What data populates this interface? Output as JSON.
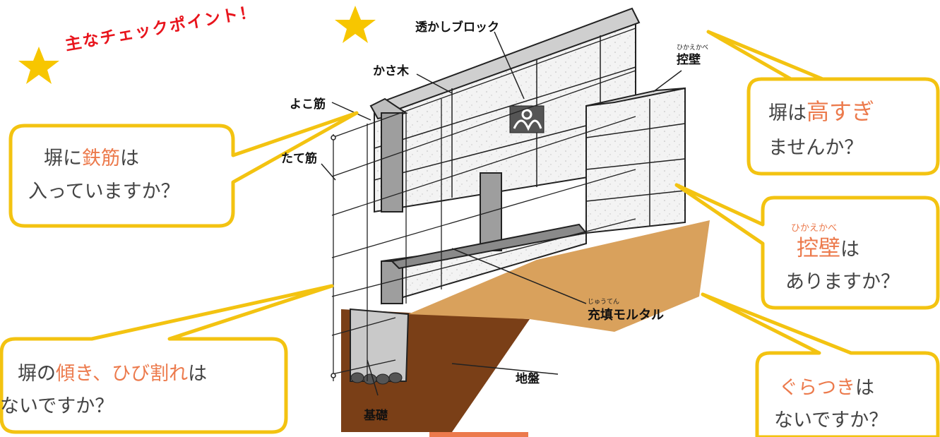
{
  "heading": "主なチェックポイント！",
  "labels": {
    "sukashi_block": "透かしブロック",
    "kasagi": "かさ木",
    "hikaekabe": "控壁",
    "hikaekabe_ruby": "ひかえかべ",
    "yoko_kin": "よこ筋",
    "tate_kin": "たて筋",
    "juten_mortar": "充填モルタル",
    "juten_ruby": "じゅうてん",
    "jiban": "地盤",
    "kiso": "基礎"
  },
  "bubbles": {
    "rebar": {
      "pre": "塀に",
      "hl": "鉄筋",
      "post": "は",
      "line2": "入っていますか？"
    },
    "tilt": {
      "pre": "塀の",
      "hl": "傾き、ひび割れ",
      "post": "は",
      "line2": "ないですか？"
    },
    "height": {
      "pre": "塀は",
      "hl": "高すぎ",
      "line2": "ませんか？"
    },
    "buttress": {
      "ruby": "ひかえかべ",
      "hl": "控壁",
      "post": "は",
      "line2": "ありますか？"
    },
    "wobble": {
      "hl": "ぐらつき",
      "post": "は",
      "line2": "ないですか？"
    }
  },
  "colors": {
    "bubble_border": "#f3c311",
    "highlight": "#ec7a4c",
    "heading": "#e8141c",
    "star": "#f7c600",
    "soil": "#d9a15c",
    "ground": "#7a3f17"
  }
}
